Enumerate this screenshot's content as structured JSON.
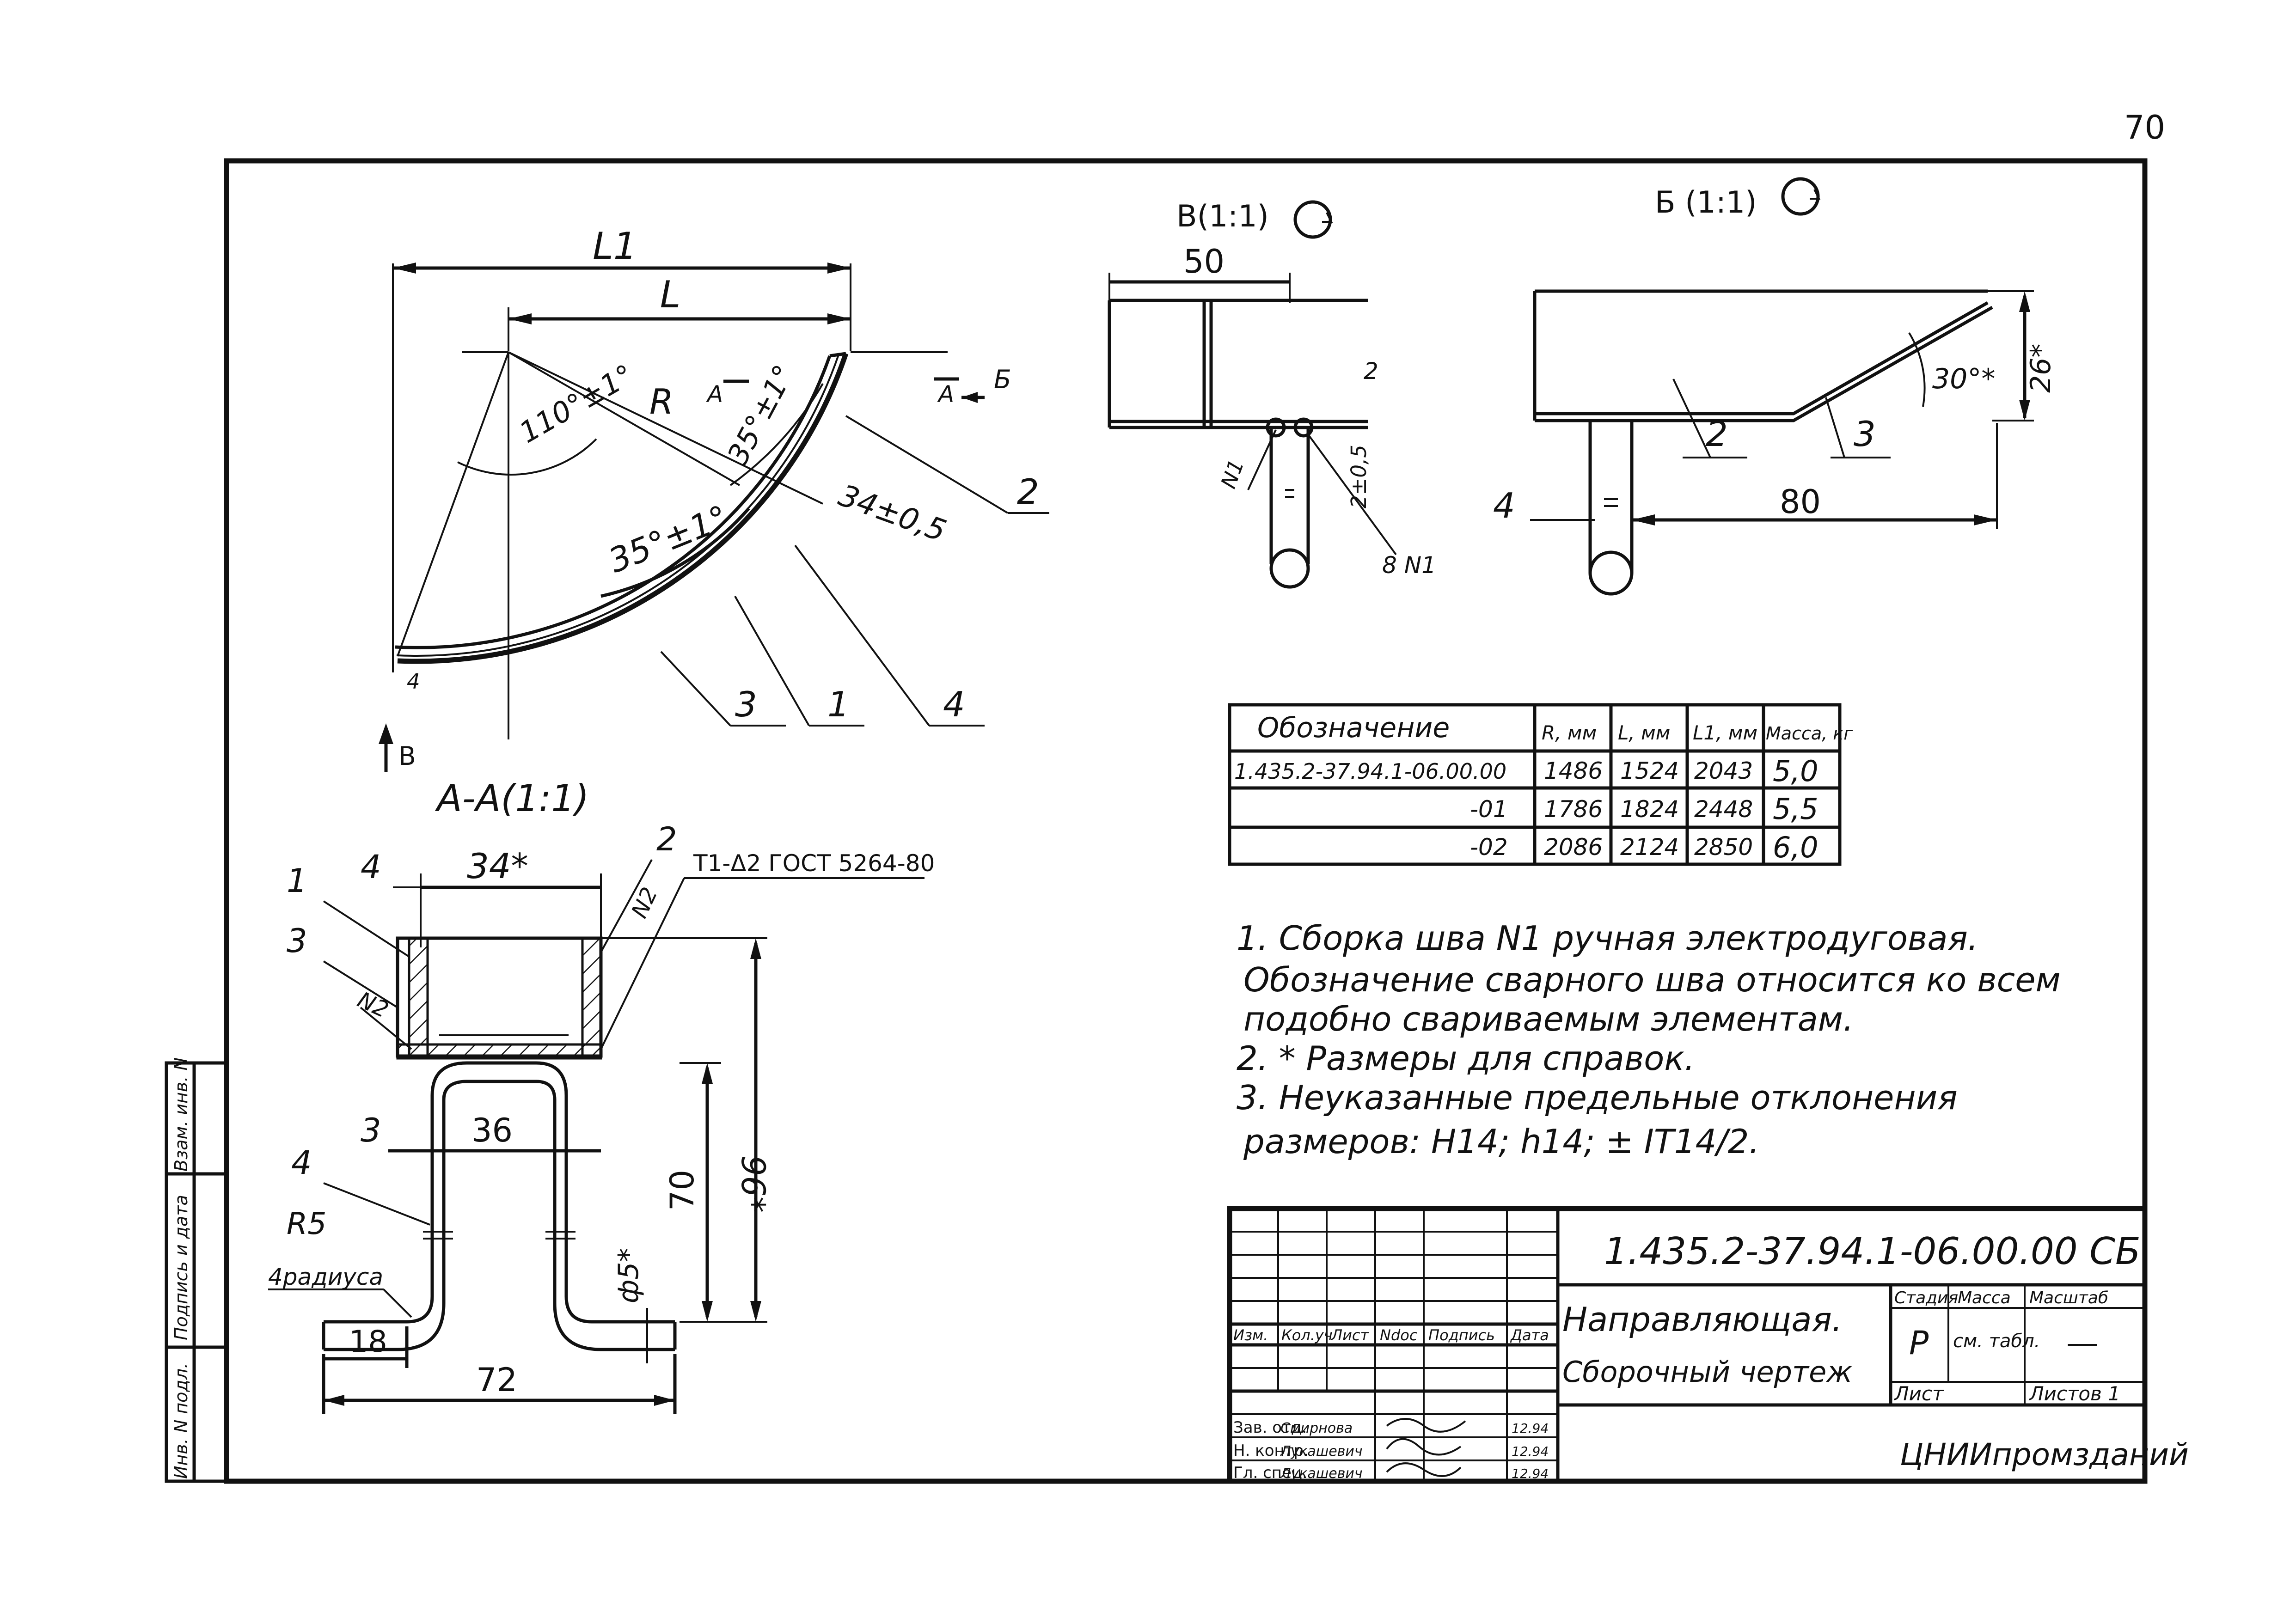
{
  "page_number": "70",
  "views": {
    "view_b_title": "В(1:1)",
    "view_b_arrow_title": "Б (1:1)",
    "section_title": "А-А(1:1)",
    "arrow_b": "В",
    "cut_a": "А",
    "cut_b_dir": "Б"
  },
  "plan_view": {
    "dim_L1": "L1",
    "dim_L": "L",
    "dim_R": "R",
    "angle_110": "110°±1°",
    "angle_35_outer": "35°±1°",
    "angle_35_inner": "35°±1°",
    "dim_34": "34±0,5",
    "pos_2": "2",
    "pos_3": "3",
    "pos_1": "1",
    "pos_4": "4",
    "pos_4_small": "4"
  },
  "view_b": {
    "dim_50": "50",
    "dim_2": "2",
    "weld_n1": "N1",
    "dim_2_05": "2±0,5",
    "weld_8": "8 N1"
  },
  "view_bb": {
    "angle_30": "30°*",
    "dim_26": "26*",
    "dim_80": "80",
    "pos_2": "2",
    "pos_3": "3",
    "pos_4": "4"
  },
  "section_aa": {
    "dim_34": "34*",
    "dim_4_left": "4",
    "pos_1": "1",
    "pos_3": "3",
    "pos_2": "2",
    "weld_n2_left": "N2",
    "weld_n2_right": "N2",
    "weld_spec": "Т1-Δ2 ГОСТ 5264-80",
    "pos_4": "4",
    "dim_3": "3",
    "dim_36": "36",
    "dim_70": "70",
    "dim_96": "96*",
    "r5": "R5",
    "radius_note": "4радиуса",
    "dia5": "ф5*",
    "dim_18": "18",
    "dim_72": "72"
  },
  "spec_table": {
    "headers": [
      "Обозначение",
      "R, мм",
      "L, мм",
      "L1, мм",
      "Масса, кг"
    ],
    "rows": [
      [
        "1.435.2-37.94.1-06.00.00",
        "1486",
        "1524",
        "2043",
        "5,0"
      ],
      [
        "-01",
        "1786",
        "1824",
        "2448",
        "5,5"
      ],
      [
        "-02",
        "2086",
        "2124",
        "2850",
        "6,0"
      ]
    ]
  },
  "notes": [
    "1. Сборка шва N1 ручная электродуговая.",
    "Обозначение сварного шва относится ко всем",
    "подобно свариваемым элементам.",
    "2. * Размеры для справок.",
    "3. Неуказанные предельные отклонения",
    "размеров: Н14; h14; ± IT14/2."
  ],
  "title_block": {
    "designation": "1.435.2-37.94.1-06.00.00 СБ",
    "name_line1": "Направляющая.",
    "name_line2": "Сборочный чертеж",
    "col_headers": [
      "Изм.",
      "Кол.уч",
      "Лист",
      "Ndoc",
      "Подпись",
      "Дата"
    ],
    "stage_header": "Стадия",
    "mass_header": "Масса",
    "scale_header": "Масштаб",
    "stage_value": "Р",
    "mass_value": "см. табл.",
    "scale_value": "—",
    "sheet_label": "Лист",
    "sheets_label": "Листов 1",
    "org": "ЦНИИпромзданий",
    "signatures": [
      {
        "role": "Зав. отд.",
        "name": "Смирнова",
        "date": "12.94"
      },
      {
        "role": "Н. контр.",
        "name": "Лукашевич",
        "date": "12.94"
      },
      {
        "role": "Гл. спец.",
        "name": "Лукашевич",
        "date": "12.94"
      }
    ]
  },
  "side_stamp": [
    "Инв. N подл.",
    "Подпись и дата",
    "Взам. инв. N"
  ]
}
